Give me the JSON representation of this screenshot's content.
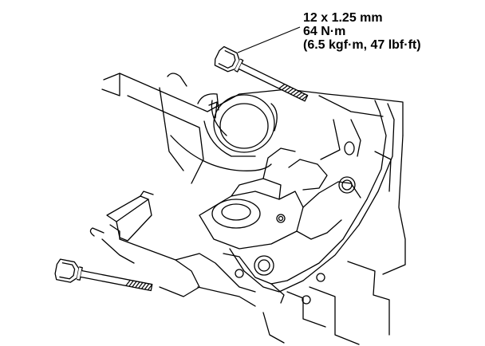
{
  "torque_spec": {
    "size": "12 x 1.25 mm",
    "torque_nm": "64 N·m",
    "torque_alt": "(6.5 kgf·m, 47 lbf·ft)"
  },
  "colors": {
    "line": "#000000",
    "background": "#ffffff"
  }
}
